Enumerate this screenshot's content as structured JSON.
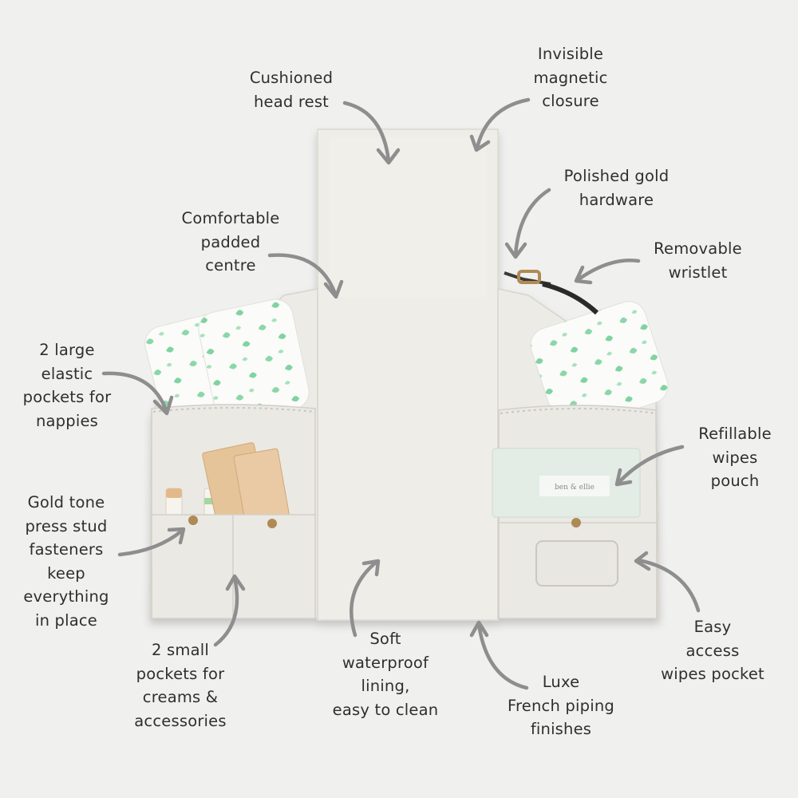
{
  "labels": {
    "head_rest": "Cushioned\nhead rest",
    "magnetic": "Invisible\nmagnetic\nclosure",
    "hardware": "Polished gold\nhardware",
    "wristlet": "Removable\nwristlet",
    "padded": "Comfortable\npadded\ncentre",
    "nappies": "2 large\nelastic\npockets for\nnappies",
    "wipes_pouch": "Refillable\nwipes\npouch",
    "press_stud": "Gold tone\npress stud\nfasteners\nkeep\neverything\nin place",
    "easy_access": "Easy\naccess\nwipes pocket",
    "small_pockets": "2 small\npockets for\ncreams &\naccessories",
    "waterproof": "Soft\nwaterproof\nlining,\neasy to clean",
    "piping": "Luxe\nFrench piping\nfinishes"
  },
  "brand": "ben & ellie",
  "colors": {
    "background": "#f0f0ef",
    "mat": "#efede8",
    "arrow": "#8e8e8e",
    "text": "#2f2f2f",
    "gold": "#b08a55",
    "leaf": "#7fd3a0"
  }
}
